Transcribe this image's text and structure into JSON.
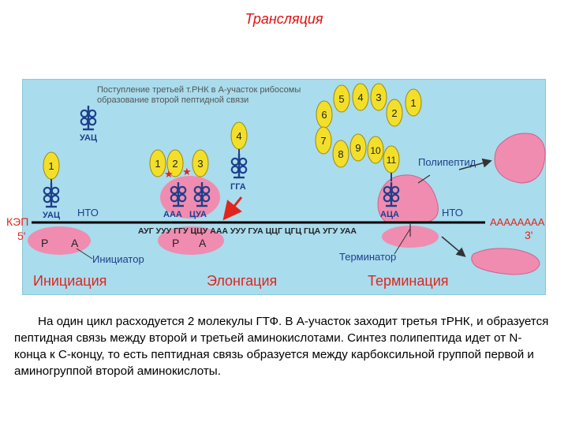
{
  "title": "Трансляция",
  "diagram": {
    "header_line1": "Поступление третьей т.РНК в А-участок рибосомы",
    "header_line2": "образование второй пептидной связи",
    "kep": "КЭП",
    "five_prime": "5'",
    "three_prime": "3'",
    "poly_a": "AAAAAAAA",
    "mrna_sequence": "АУГ УУУ ГГУ ЦЦУ ААА УУУ ГУА ЦЦГ ЦГЦ ГЦА УГУ УАА",
    "nto_left": "НТО",
    "nto_right": "НТО",
    "anticodon_uac_top": "УАЦ",
    "anticodon_uac": "УАЦ",
    "anticodon_aaa": "ААА",
    "anticodon_cua": "ЦУА",
    "anticodon_gga": "ГГА",
    "anticodon_aca": "АЦА",
    "site_p": "Р",
    "site_a": "А",
    "initiator": "Инициатор",
    "terminator": "Терминатор",
    "polypeptide": "Полипептид",
    "stage_initiation": "Инициация",
    "stage_elongation": "Элонгация",
    "stage_termination": "Терминация",
    "amino_acids": [
      "1",
      "2",
      "3",
      "4",
      "5",
      "6",
      "7",
      "8",
      "9",
      "10",
      "11"
    ],
    "colors": {
      "background": "#a9dced",
      "amino_acid": "#f3df2a",
      "ribosome": "#f08cb0",
      "trna": "#1e3f8c",
      "stage_label": "#e2241c",
      "arrow": "#e2241c"
    }
  },
  "caption": "На один цикл расходуется 2 молекулы ГТФ. В А-участок заходит третья тРНК, и образуется пептидная связь между второй и третьей аминокислотами. Синтез полипептида идет от N-конца к С-концу, то есть пептидная связь образуется между карбоксильной группой первой и аминогруппой второй аминокислоты."
}
